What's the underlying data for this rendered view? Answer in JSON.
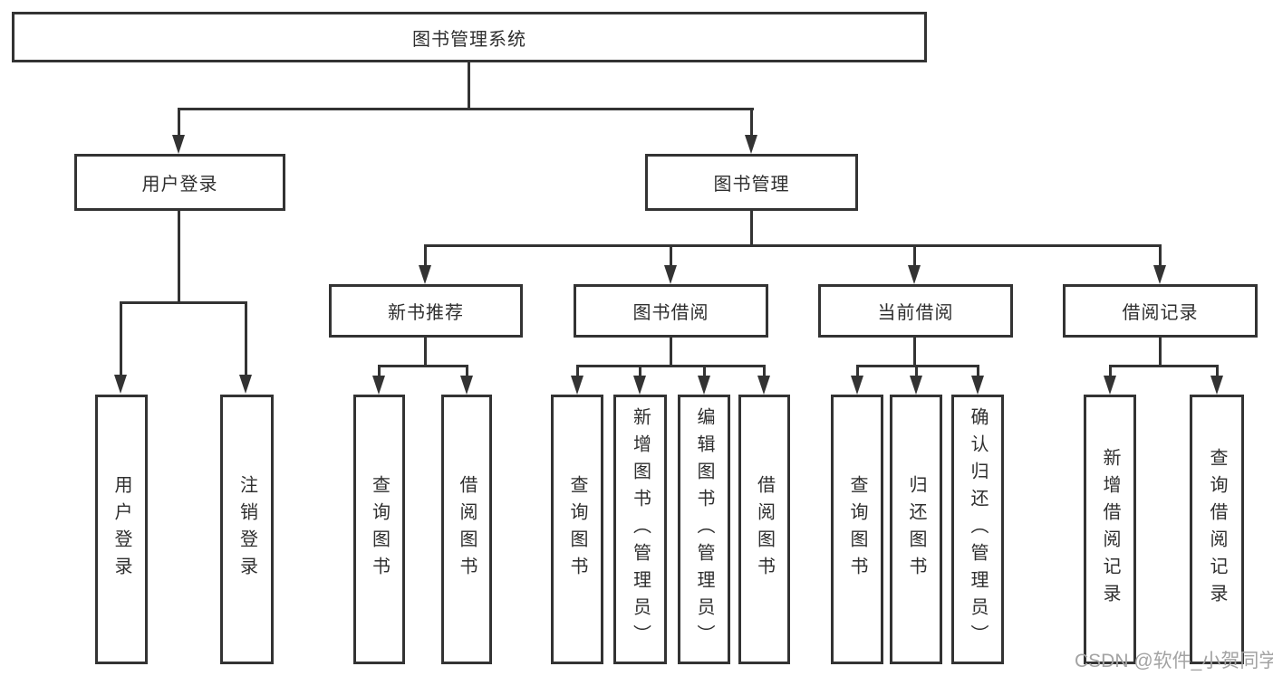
{
  "tree": {
    "root": {
      "label": "图书管理系统"
    },
    "children": [
      {
        "label": "用户登录",
        "children": [
          {
            "label": "用户登录"
          },
          {
            "label": "注销登录"
          }
        ]
      },
      {
        "label": "图书管理",
        "children": [
          {
            "label": "新书推荐",
            "children": [
              {
                "label": "查询图书"
              },
              {
                "label": "借阅图书"
              }
            ]
          },
          {
            "label": "图书借阅",
            "children": [
              {
                "label": "查询图书"
              },
              {
                "label": "新增图书（管理员）"
              },
              {
                "label": "编辑图书（管理员）"
              },
              {
                "label": "借阅图书"
              }
            ]
          },
          {
            "label": "当前借阅",
            "children": [
              {
                "label": "查询图书"
              },
              {
                "label": "归还图书"
              },
              {
                "label": "确认归还（管理员）"
              }
            ]
          },
          {
            "label": "借阅记录",
            "children": [
              {
                "label": "新增借阅记录"
              },
              {
                "label": "查询借阅记录"
              }
            ]
          }
        ]
      }
    ]
  },
  "watermark": "CSDN @软件_小贺同学",
  "colors": {
    "line": "#333333",
    "boxbg": "#ffffff",
    "text": "#2f2f2f",
    "watermark": "#a3a3a3"
  }
}
